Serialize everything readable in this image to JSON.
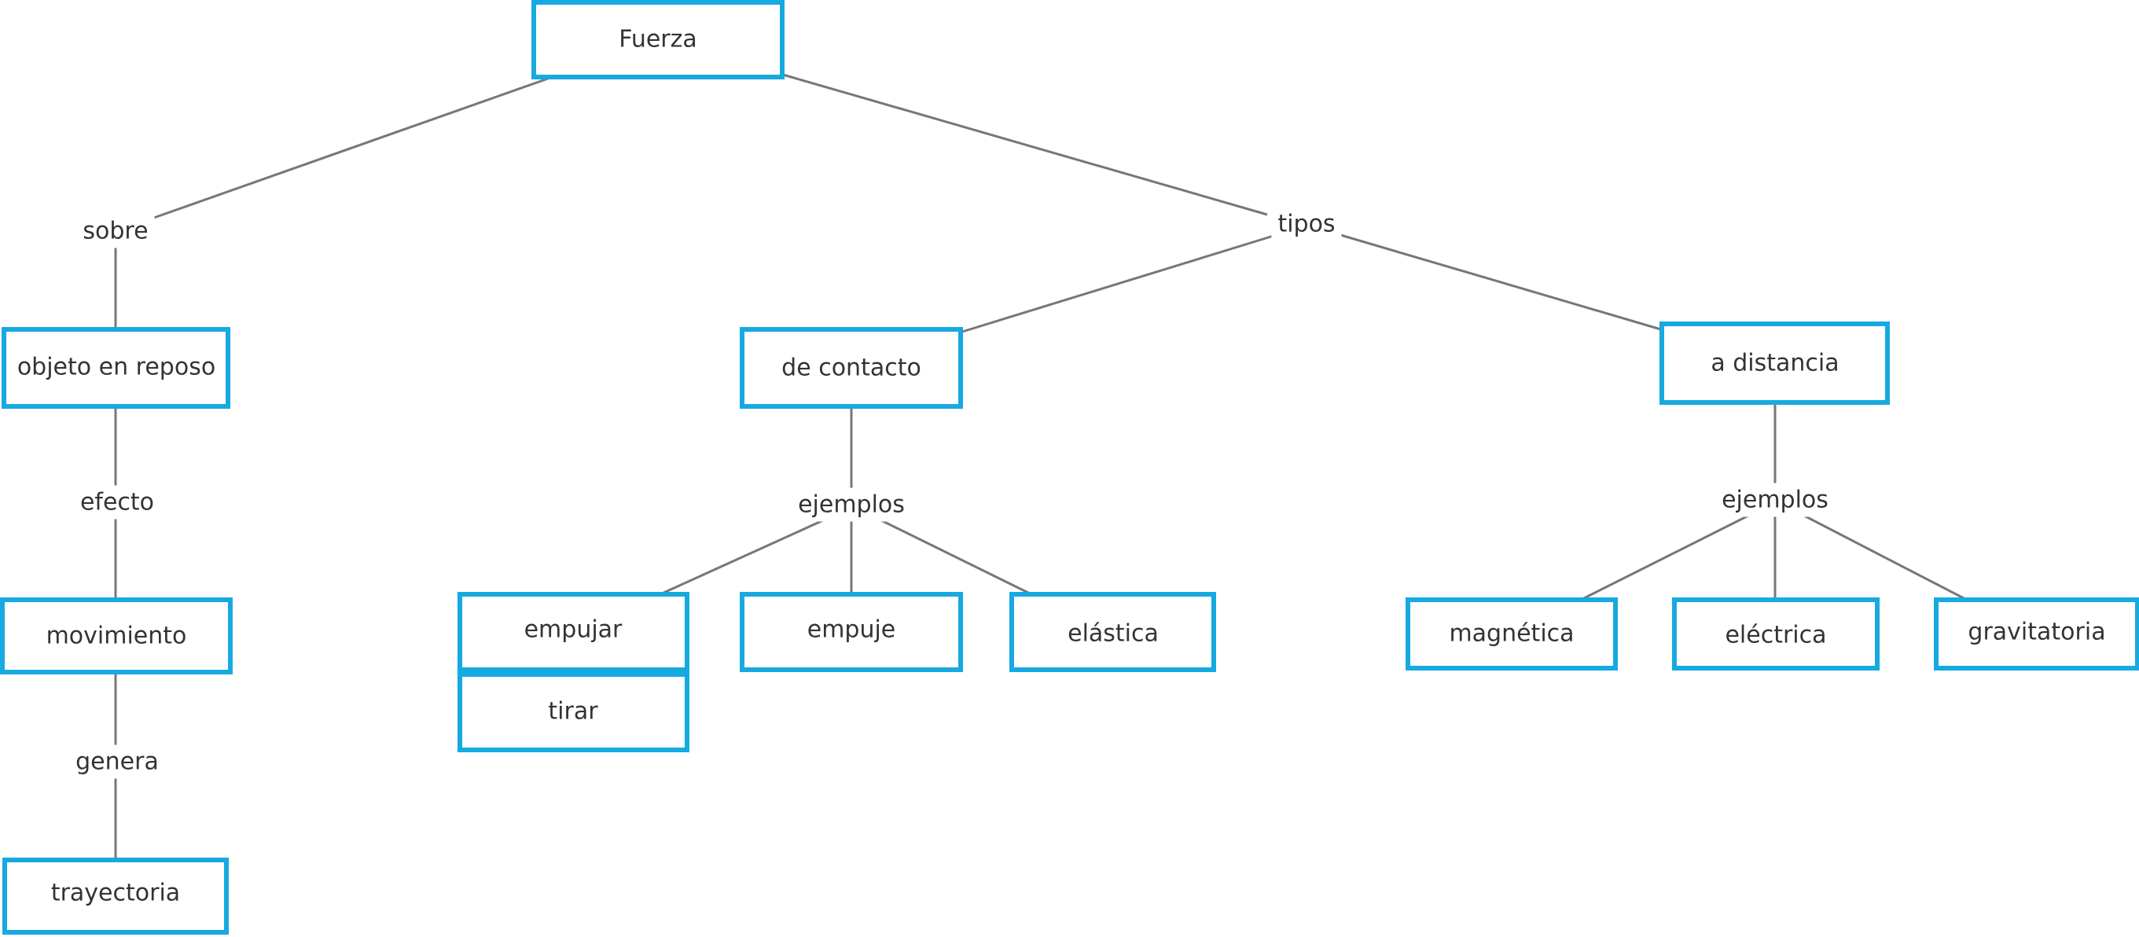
{
  "colors": {
    "node_border": "#17a9e1",
    "edge": "#777777",
    "text": "#333333",
    "background": "#ffffff"
  },
  "nodes": {
    "fuerza": "Fuerza",
    "objeto_en_reposo": "objeto en reposo",
    "movimiento": "movimiento",
    "trayectoria": "trayectoria",
    "de_contacto": "de contacto",
    "a_distancia": "a distancia",
    "empujar": "empujar",
    "tirar": "tirar",
    "empuje": "empuje",
    "elastica": "elástica",
    "magnetica": "magnética",
    "electrica": "eléctrica",
    "gravitatoria": "gravitatoria"
  },
  "labels": {
    "sobre": "sobre",
    "tipos": "tipos",
    "efecto": "efecto",
    "genera": "genera",
    "ejemplos_contacto": "ejemplos",
    "ejemplos_distancia": "ejemplos"
  }
}
